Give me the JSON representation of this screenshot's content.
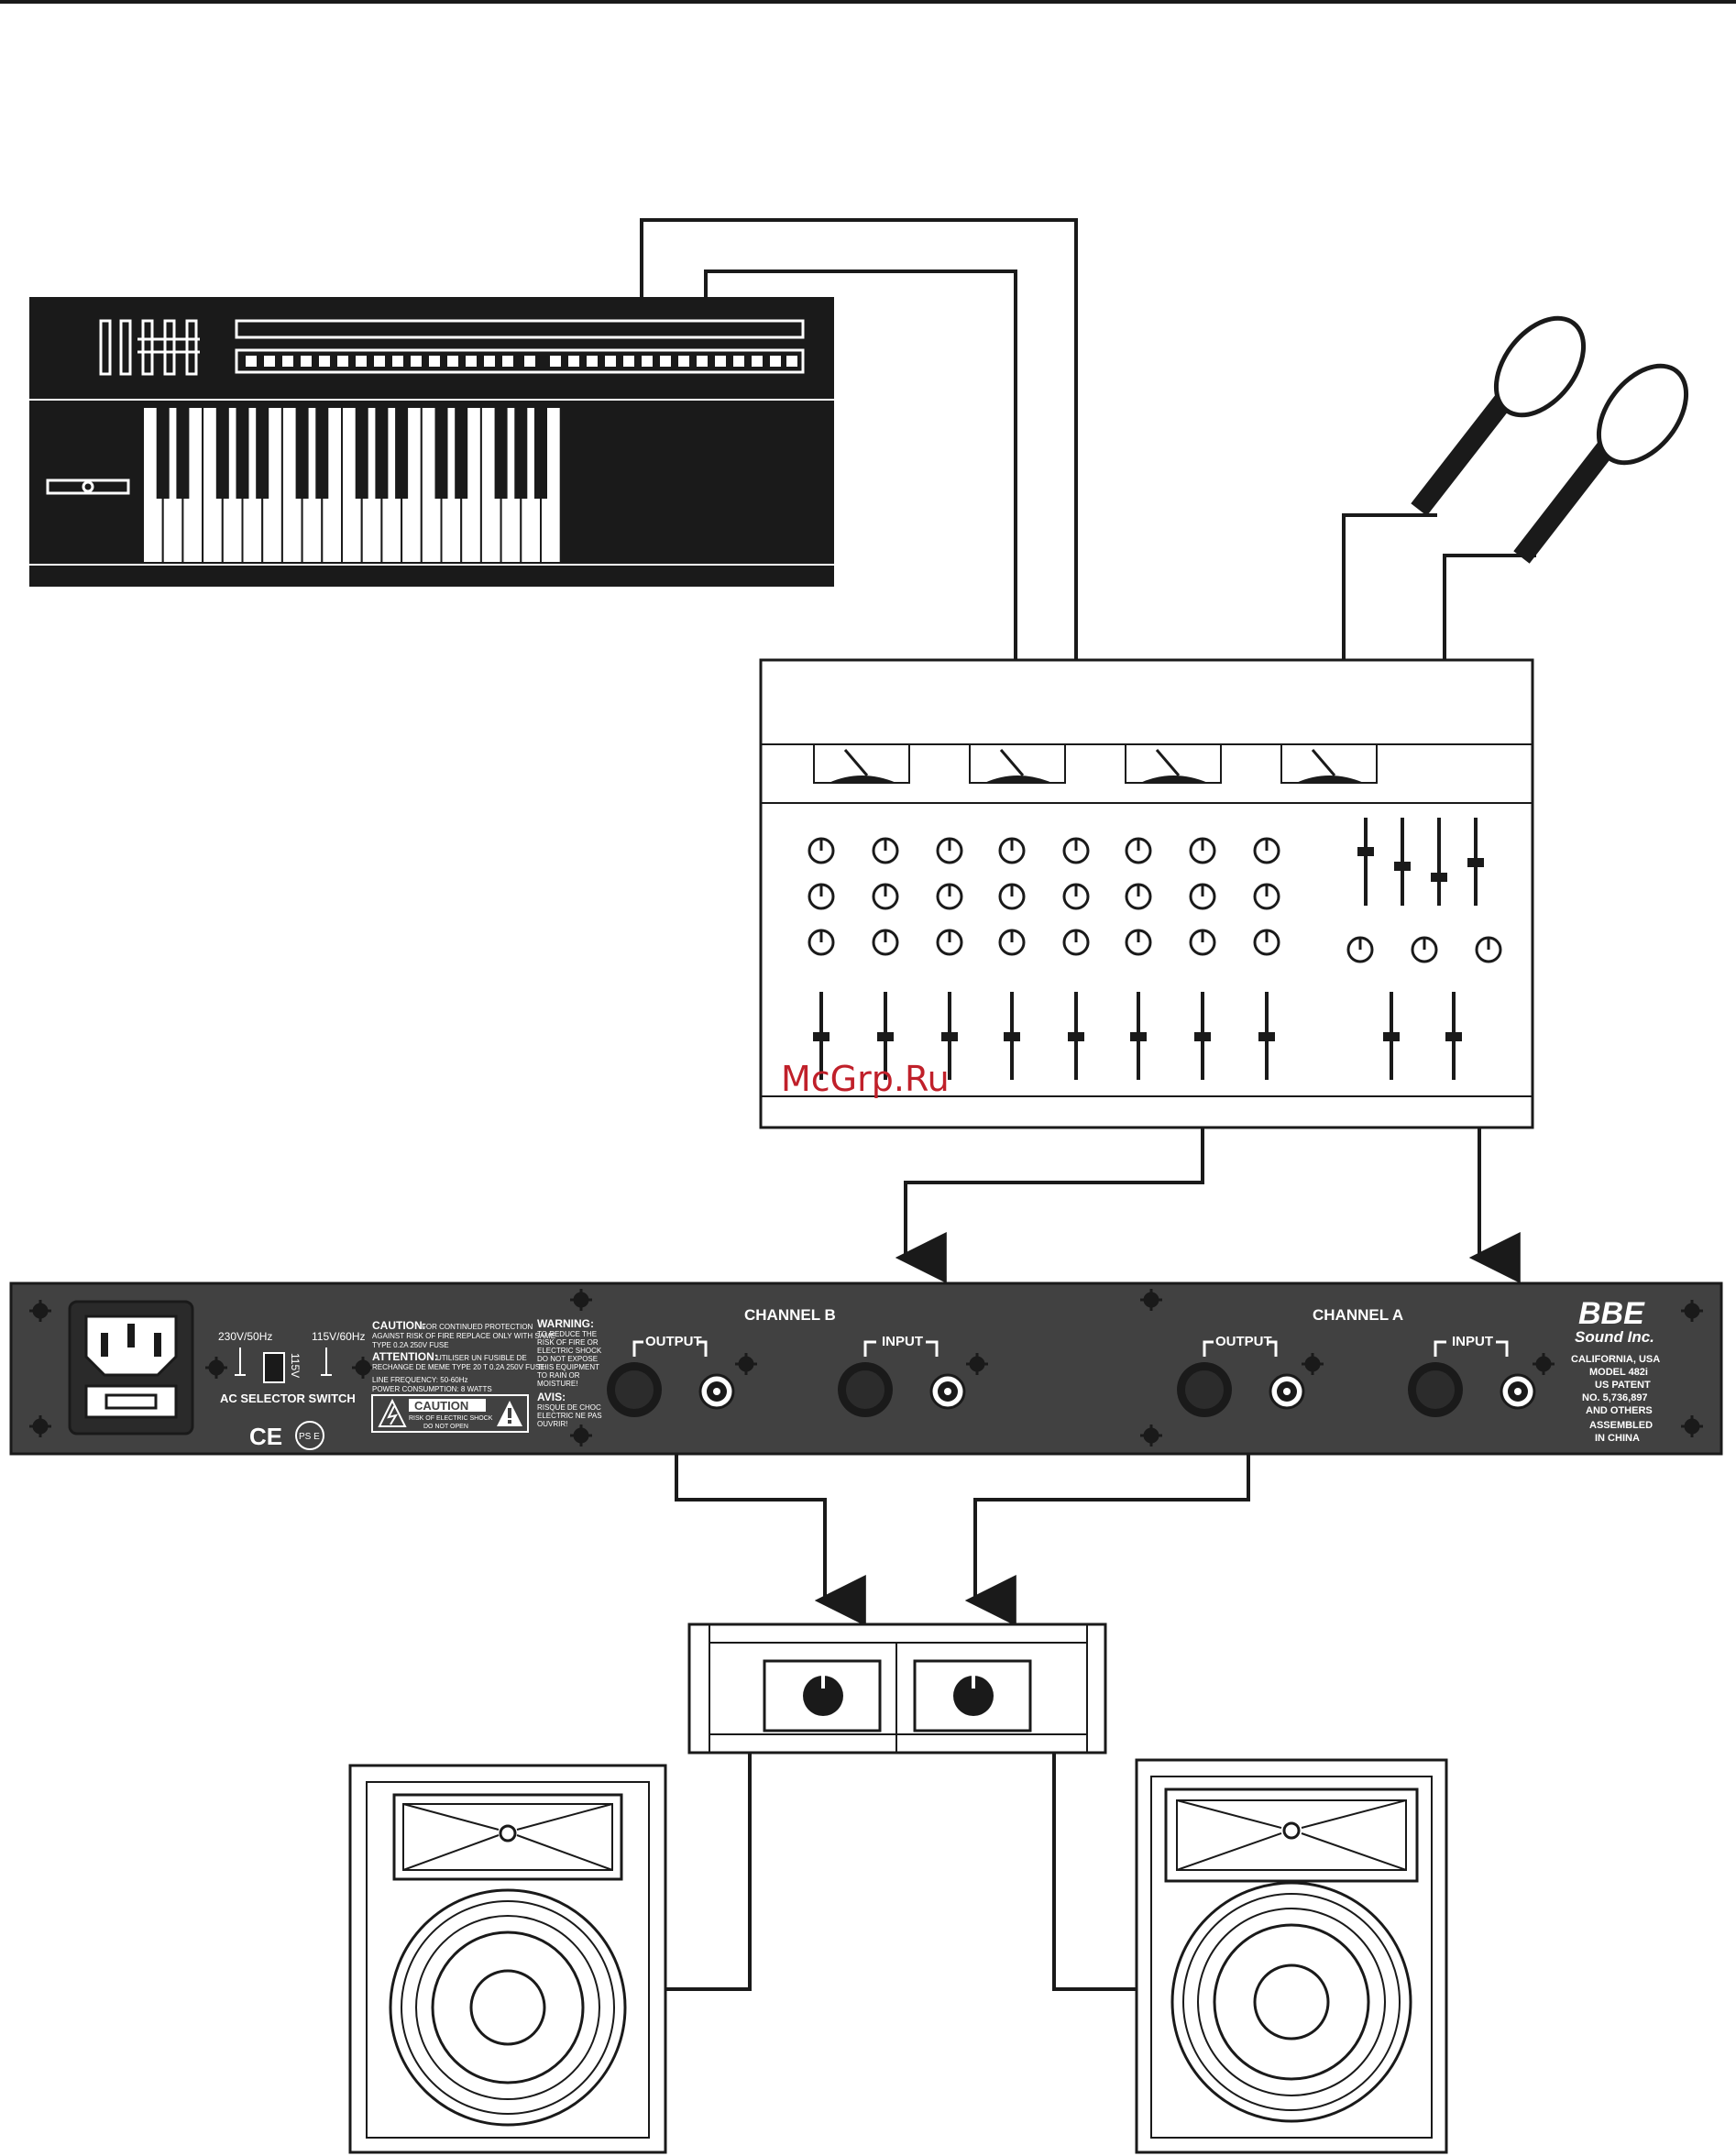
{
  "watermark": "McGrp.Ru",
  "processor": {
    "channel_b": "CHANNEL B",
    "channel_a": "CHANNEL A",
    "output_label": "OUTPUT",
    "input_label": "INPUT",
    "voltage_230": "230V/50Hz",
    "voltage_115": "115V/60Hz",
    "switch_setting": "115V",
    "ac_selector": "AC SELECTOR SWITCH",
    "caution_title": "CAUTION:",
    "caution_text_1": "FOR CONTINUED PROTECTION",
    "caution_text_2": "AGAINST RISK OF FIRE REPLACE ONLY WITH SAME",
    "caution_text_3": "TYPE 0.2A 250V FUSE",
    "attention_title": "ATTENTION:",
    "attention_text_1": "UTILISER UN FUSIBLE DE",
    "attention_text_2": "RECHANGE DE MEME TYPE 20 T 0.2A 250V FUSE",
    "line_frequency": "LINE FREQUENCY: 50-60Hz",
    "power_consumption": "POWER CONSUMPTION: 8 WATTS",
    "caution_box_title": "CAUTION",
    "caution_box_line1": "RISK OF ELECTRIC SHOCK",
    "caution_box_line2": "DO NOT OPEN",
    "warning_title": "WARNING:",
    "warning_lines": [
      "TO REDUCE THE",
      "RISK OF FIRE OR",
      "ELECTRIC SHOCK",
      "DO NOT EXPOSE",
      "THIS EQUIPMENT",
      "TO RAIN OR",
      "MOISTURE!"
    ],
    "avis_title": "AVIS:",
    "avis_lines": [
      "RISQUE DE CHOC",
      "ELECTRIC NE PAS",
      "OUVRIR!"
    ],
    "ce_mark": "CE",
    "pse_mark": "PS E",
    "brand_logo": "BBE",
    "brand_name": "Sound Inc.",
    "info_lines": [
      "CALIFORNIA, USA",
      "MODEL 482i",
      "US PATENT",
      "NO. 5,736,897",
      "AND OTHERS",
      "ASSEMBLED",
      "IN CHINA"
    ]
  },
  "colors": {
    "panel": "#414141",
    "black": "#1a1a1a",
    "line": "#1a1a1a",
    "watermark": "#c0202a"
  }
}
